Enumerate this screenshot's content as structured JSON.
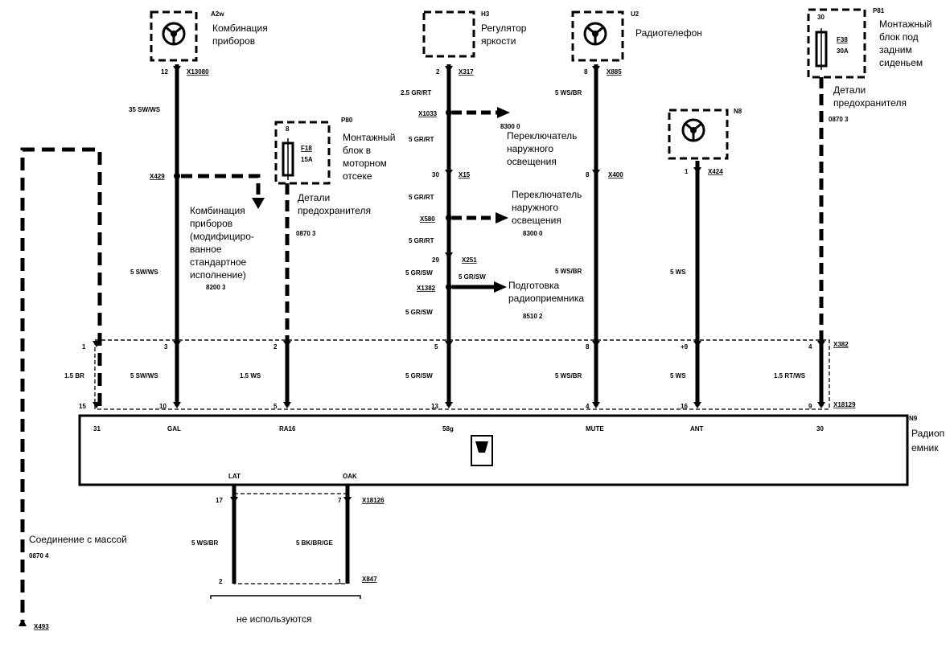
{
  "components": {
    "a2w": {
      "code": "A2w",
      "lines": [
        "Комбинация",
        "приборов"
      ]
    },
    "h3": {
      "code": "H3",
      "lines": [
        "Регулятор",
        "яркости"
      ]
    },
    "u2": {
      "code": "U2",
      "lines": [
        "Радиотелефон"
      ]
    },
    "p81": {
      "code": "P81",
      "lines": [
        "Монтажный",
        "блок под",
        "задним",
        "сиденьем"
      ]
    },
    "p80": {
      "code": "P80",
      "lines": [
        "Монтажный",
        "блок в",
        "моторном",
        "отсеке"
      ]
    },
    "n8": {
      "code": "N8"
    },
    "n9": {
      "code": "N9",
      "lines": [
        "Радиоп",
        "емник"
      ]
    }
  },
  "fuses": {
    "f18": {
      "pin": "8",
      "name": "F18",
      "rating": "15A",
      "details": [
        "Детали",
        "предохранителя"
      ],
      "ref": "0870 3"
    },
    "f38": {
      "pin": "30",
      "name": "F38",
      "rating": "30A",
      "details": [
        "Детали",
        "предохранителя"
      ],
      "ref": "0870 3"
    }
  },
  "notes": {
    "modified_cluster": [
      "Комбинация",
      "приборов",
      "(модифициро-",
      "ванное",
      "стандартное",
      "исполнение)"
    ],
    "modified_cluster_ref": "8200 3",
    "switch1": [
      "Переключатель",
      "наружного",
      "освещения"
    ],
    "switch1_ref": "8300 0",
    "switch2": [
      "Переключатель",
      "наружного",
      "освещения"
    ],
    "switch2_ref": "8300 0",
    "radio_prep": [
      "Подготовка",
      "радиоприемника"
    ],
    "radio_prep_ref": "8510 2",
    "ground": "Соединение с массой",
    "ground_ref": "0870 4",
    "not_used": "не используются"
  },
  "wires": {
    "w_a2w_top": "35 SW/WS",
    "w_a2w_mid": "5 SW/WS",
    "w_a2w_bot": "5 SW/WS",
    "w_p80_bot": "1.5 WS",
    "w_h3_1": "2.5 GR/RT",
    "w_h3_2": "5 GR/RT",
    "w_h3_3": "5 GR/RT",
    "w_h3_4": "5 GR/RT",
    "w_h3_5": "5 GR/SW",
    "w_h3_6": "5 GR/SW",
    "w_h3_7": "5 GR/SW",
    "w_h3_bot": "5 GR/SW",
    "w_u2_top": "5 WS/BR",
    "w_u2_mid": "5 WS/BR",
    "w_u2_bot": "5 WS/BR",
    "w_n8_mid": "5 WS",
    "w_n8_bot": "5 WS",
    "w_p81_bot": "1.5 RT/WS",
    "w_gnd_bot": "1.5 BR",
    "w_lat": "5 WS/BR",
    "w_oak": "5 BK/BR/GE"
  },
  "connectors": {
    "x13080": "X13080",
    "x317": "X317",
    "x885": "X885",
    "x1033": "X1033",
    "x15": "X15",
    "x400": "X400",
    "x424": "X424",
    "x429": "X429",
    "x580": "X580",
    "x251": "X251",
    "x1382": "X1382",
    "x382": "X382",
    "x18129": "X18129",
    "x18126": "X18126",
    "x847": "X847",
    "x493": "X493"
  },
  "pins": {
    "a2w_top": "12",
    "h3_top": "2",
    "u2_top": "8",
    "x15": "30",
    "x400": "8",
    "x424": "1",
    "x251": "29",
    "b_gnd": "1",
    "b_a2w": "3",
    "b_p80": "2",
    "b_h3": "5",
    "b_u2": "8",
    "b_n8": "+9",
    "b_p81": "4",
    "r_gnd": "15",
    "r_a2w": "10",
    "r_p80": "5",
    "r_h3": "13",
    "r_u2": "4",
    "r_n8": "16",
    "r_p81": "9",
    "lat_top": "17",
    "oak_top": "7",
    "lat_bot": "2",
    "oak_bot": "1"
  },
  "radio_pins": [
    "31",
    "GAL",
    "RA16",
    "58g",
    "MUTE",
    "ANT",
    "30"
  ],
  "radio_sub_pins": [
    "LAT",
    "OAK"
  ]
}
